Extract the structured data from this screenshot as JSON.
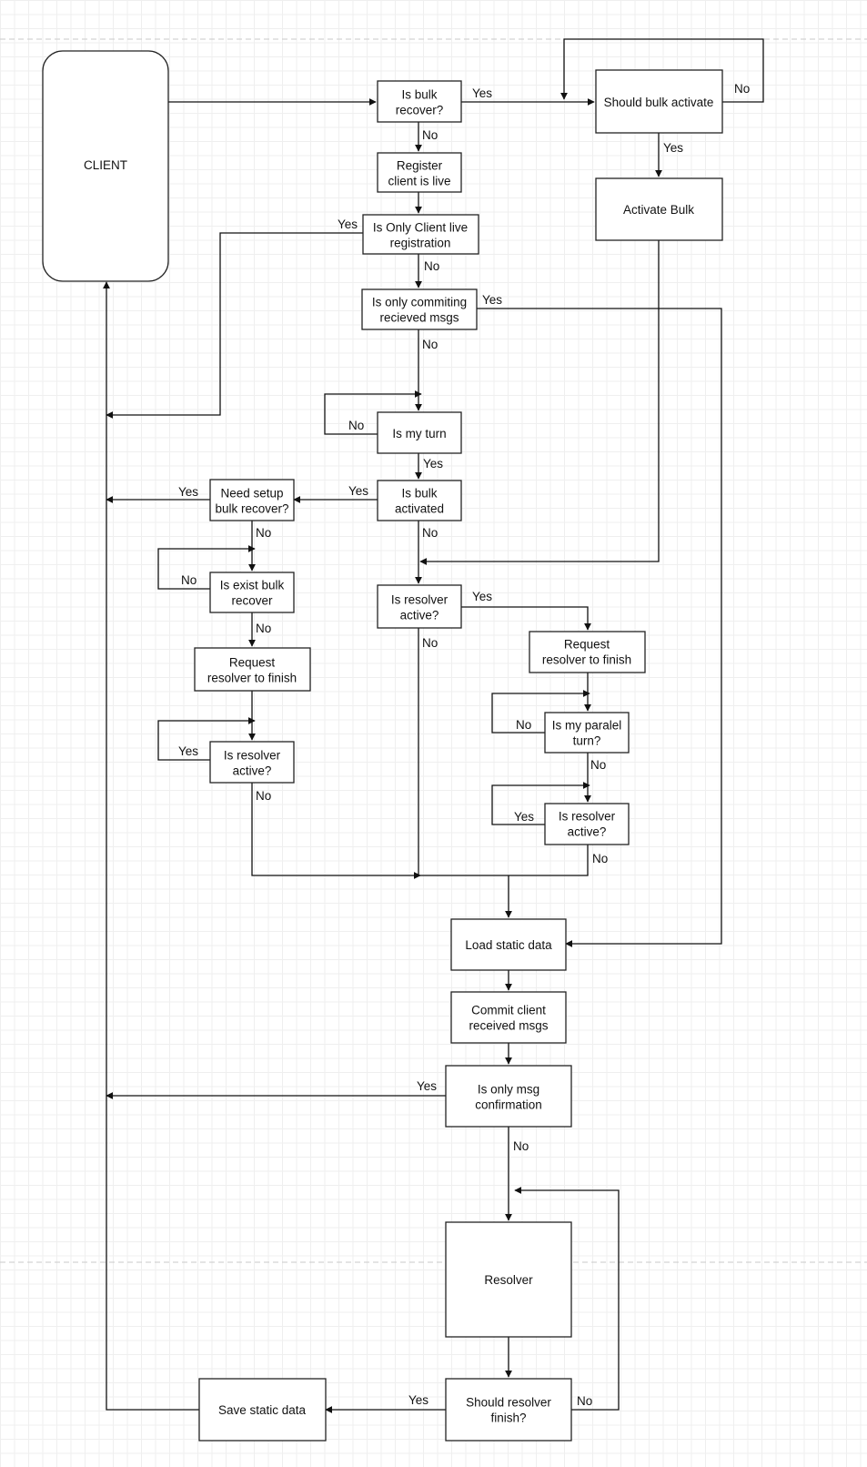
{
  "nodes": {
    "client": [
      "CLIENT"
    ],
    "is_bulk_recover": [
      "Is bulk",
      "recover?"
    ],
    "should_bulk_activate": [
      "Should bulk activate"
    ],
    "activate_bulk": [
      "Activate Bulk"
    ],
    "register_client_live": [
      "Register",
      "client is live"
    ],
    "is_only_client_live": [
      "Is Only Client live",
      "registration"
    ],
    "is_only_commiting": [
      "Is only commiting",
      "recieved msgs"
    ],
    "is_my_turn": [
      "Is my turn"
    ],
    "is_bulk_activated": [
      "Is bulk",
      "activated"
    ],
    "need_setup_bulk_recover": [
      "Need setup",
      "bulk recover?"
    ],
    "is_exist_bulk_recover": [
      "Is exist bulk",
      "recover"
    ],
    "request_resolver_finish_left": [
      "Request",
      "resolver to finish"
    ],
    "is_resolver_active_left": [
      "Is resolver",
      "active?"
    ],
    "is_resolver_active_mid": [
      "Is resolver",
      "active?"
    ],
    "request_resolver_finish_right": [
      "Request",
      "resolver to finish"
    ],
    "is_my_paralel_turn": [
      "Is my paralel",
      "turn?"
    ],
    "is_resolver_active_right": [
      "Is resolver",
      "active?"
    ],
    "load_static_data": [
      "Load static data"
    ],
    "commit_client_msgs": [
      "Commit client",
      "received msgs"
    ],
    "is_only_msg_confirmation": [
      "Is only msg",
      "confirmation"
    ],
    "resolver": [
      "Resolver"
    ],
    "should_resolver_finish": [
      "Should resolver",
      "finish?"
    ],
    "save_static_data": [
      "Save static data"
    ]
  },
  "edge_labels": {
    "bulk_recover_yes": "Yes",
    "bulk_recover_no": "No",
    "should_bulk_activate_no": "No",
    "should_bulk_activate_yes": "Yes",
    "only_client_live_yes": "Yes",
    "only_client_live_no": "No",
    "only_commiting_yes": "Yes",
    "only_commiting_no": "No",
    "my_turn_no": "No",
    "my_turn_yes": "Yes",
    "bulk_activated_yes": "Yes",
    "bulk_activated_no": "No",
    "need_setup_yes": "Yes",
    "need_setup_no": "No",
    "exist_bulk_no_loop": "No",
    "exist_bulk_no": "No",
    "resolver_left_yes": "Yes",
    "resolver_left_no": "No",
    "resolver_mid_yes": "Yes",
    "resolver_mid_no": "No",
    "paralel_turn_no_loop": "No",
    "paralel_turn_no": "No",
    "resolver_right_yes": "Yes",
    "resolver_right_no": "No",
    "msg_confirmation_yes": "Yes",
    "msg_confirmation_no": "No",
    "resolver_finish_yes": "Yes",
    "resolver_finish_no": "No"
  }
}
